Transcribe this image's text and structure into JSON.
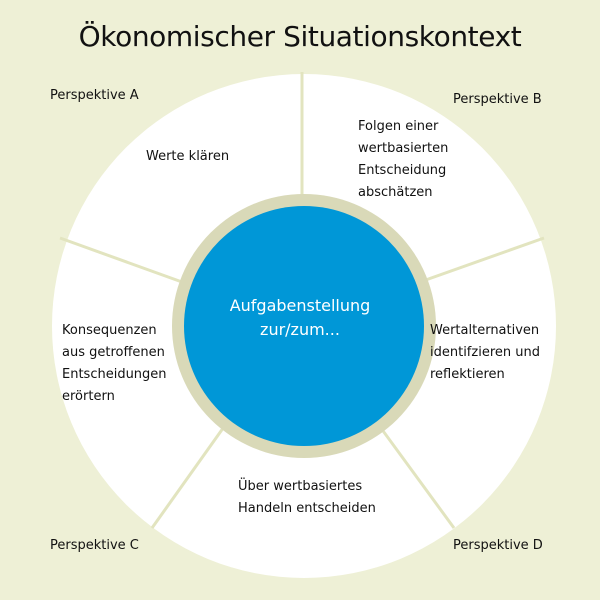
{
  "title": "Ökonomischer Situationskontext",
  "center": {
    "line1": "Aufgabenstellung",
    "line2": "zur/zum..."
  },
  "perspectives": {
    "a": "Perspektive A",
    "b": "Perspektive B",
    "c": "Perspektive C",
    "d": "Perspektive D"
  },
  "segments": {
    "top_left": [
      "Werte klären"
    ],
    "top_right": [
      "Folgen einer",
      "wertbasierten",
      "Entscheidung",
      "abschätzen"
    ],
    "right": [
      "Wertalternativen",
      "identifzieren und",
      "reflektieren"
    ],
    "bottom": [
      "Über wertbasiertes",
      "Handeln entscheiden"
    ],
    "left": [
      "Konsequenzen",
      "aus getroffenen",
      "Entscheidungen",
      "erörtern"
    ]
  },
  "colors": {
    "background": "#EEF0D6",
    "outer_ring_fill": "#FFFFFF",
    "divider": "#E2E4BF",
    "inner_ring": "#D9D9B8",
    "center_fill": "#0097D7",
    "center_text": "#FFFFFF"
  }
}
